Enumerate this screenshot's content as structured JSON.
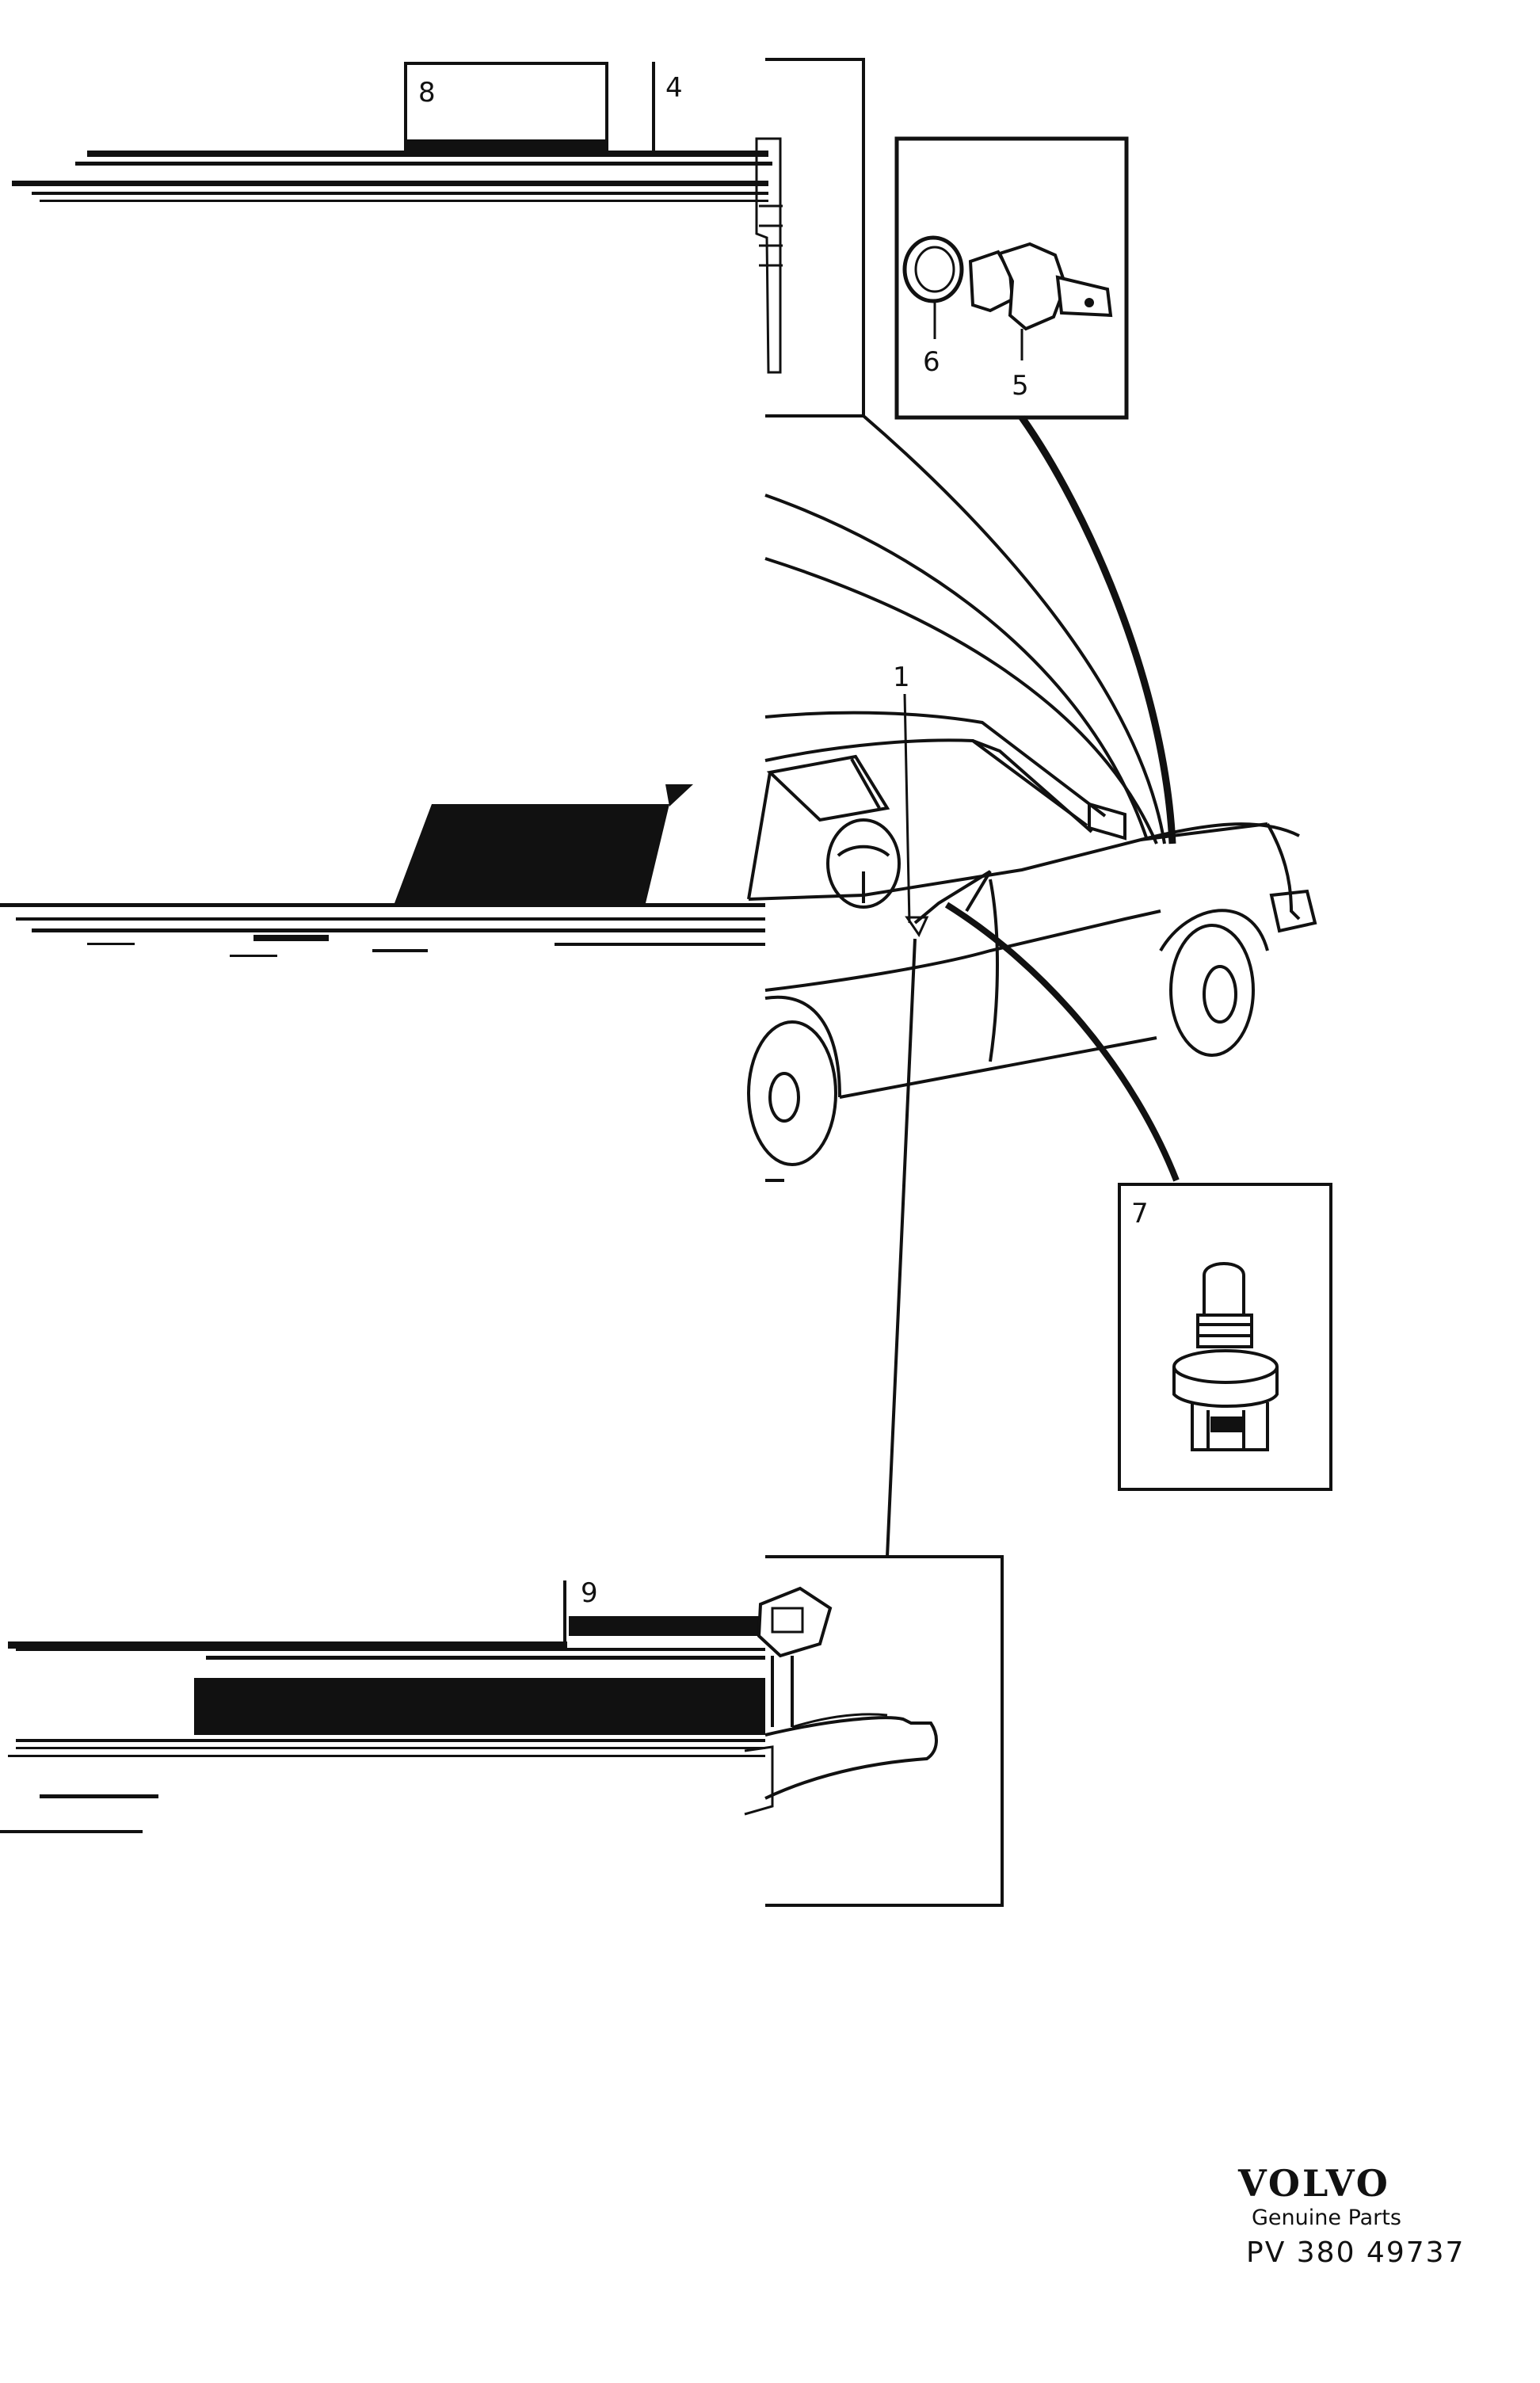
{
  "callouts": {
    "c1": "1",
    "c4": "4",
    "c5": "5",
    "c6": "6",
    "c7": "7",
    "c8": "8",
    "c9": "9"
  },
  "footer": {
    "brand": "VOLVO",
    "tagline": "Genuine Parts",
    "code": "PV 380 49737"
  }
}
